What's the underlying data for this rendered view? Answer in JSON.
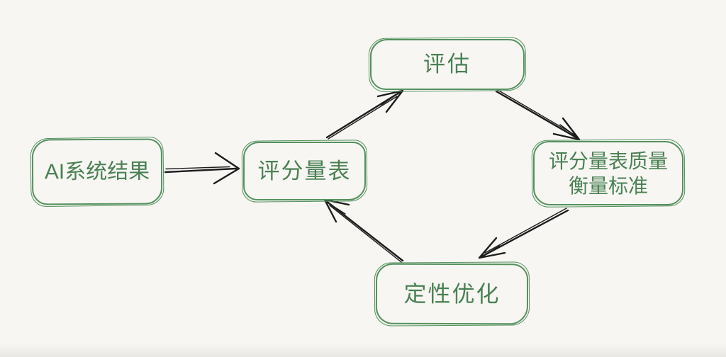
{
  "diagram": {
    "background_color": "#f7f6f3",
    "node_border_color": "#55915e",
    "node_text_color": "#4a8153",
    "arrow_color": "#1c1c1c",
    "nodes": [
      {
        "id": "ai-system-results",
        "label": "AI系统结果"
      },
      {
        "id": "scoring-rubric",
        "label": "评分量表"
      },
      {
        "id": "evaluation",
        "label": "评估"
      },
      {
        "id": "rubric-quality-criteria",
        "label": "评分量表质量衡量标准",
        "line1": "评分量表质量",
        "line2": "衡量标准"
      },
      {
        "id": "qualitative-optimization",
        "label": "定性优化"
      }
    ],
    "edges": [
      {
        "from": "ai-system-results",
        "to": "scoring-rubric"
      },
      {
        "from": "scoring-rubric",
        "to": "evaluation"
      },
      {
        "from": "evaluation",
        "to": "rubric-quality-criteria"
      },
      {
        "from": "rubric-quality-criteria",
        "to": "qualitative-optimization"
      },
      {
        "from": "qualitative-optimization",
        "to": "scoring-rubric"
      }
    ]
  }
}
